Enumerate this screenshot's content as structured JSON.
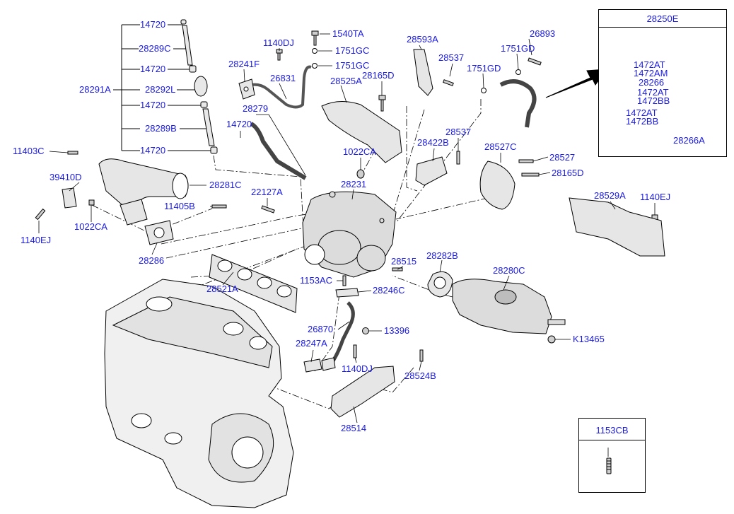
{
  "labels": {
    "l14720_a": "14720",
    "l28289C": "28289C",
    "l14720_b": "14720",
    "l28291A": "28291A",
    "l28292L": "28292L",
    "l14720_c": "14720",
    "l28289B": "28289B",
    "l14720_d": "14720",
    "l1540TA": "1540TA",
    "l1140DJ_top": "1140DJ",
    "l1751GC_a": "1751GC",
    "l1751GC_b": "1751GC",
    "l28241F": "28241F",
    "l26831": "26831",
    "l28593A": "28593A",
    "l26893": "26893",
    "l1751GD_a": "1751GD",
    "l28537_a": "28537",
    "l1751GD_b": "1751GD",
    "l28165D_a": "28165D",
    "l28525A": "28525A",
    "l28279": "28279",
    "l14720_e": "14720",
    "l11403C": "11403C",
    "l28422B": "28422B",
    "l28537_b": "28537",
    "l28527C": "28527C",
    "l28527": "28527",
    "l28165D_b": "28165D",
    "l1022CA_a": "1022CA",
    "l39410D": "39410D",
    "l28281C": "28281C",
    "l28231": "28231",
    "l22127A": "22127A",
    "l28529A": "28529A",
    "l1140EJ_r": "1140EJ",
    "l11405B": "11405B",
    "l1022CA_b": "1022CA",
    "l1140EJ_l": "1140EJ",
    "l28286": "28286",
    "l28282B": "28282B",
    "l28515": "28515",
    "l28280C": "28280C",
    "l1153AC": "1153AC",
    "l28521A": "28521A",
    "l28246C": "28246C",
    "l26870": "26870",
    "l13396": "13396",
    "lK13465": "K13465",
    "l28247A": "28247A",
    "l1140DJ_bot": "1140DJ",
    "l28524B": "28524B",
    "l28514": "28514"
  },
  "inset_28250E": {
    "title": "28250E",
    "l1472AT_a": "1472AT",
    "l1472AM": "1472AM",
    "l28266": "28266",
    "l1472AT_b": "1472AT",
    "l1472BB_a": "1472BB",
    "l1472AT_c": "1472AT",
    "l1472BB_b": "1472BB",
    "l28266A": "28266A"
  },
  "inset_1153CB": {
    "title": "1153CB"
  },
  "colors": {
    "label": "#1a1ae6",
    "line": "#000000",
    "part_fill": "#e6e6e6",
    "arrow": "#000000"
  }
}
